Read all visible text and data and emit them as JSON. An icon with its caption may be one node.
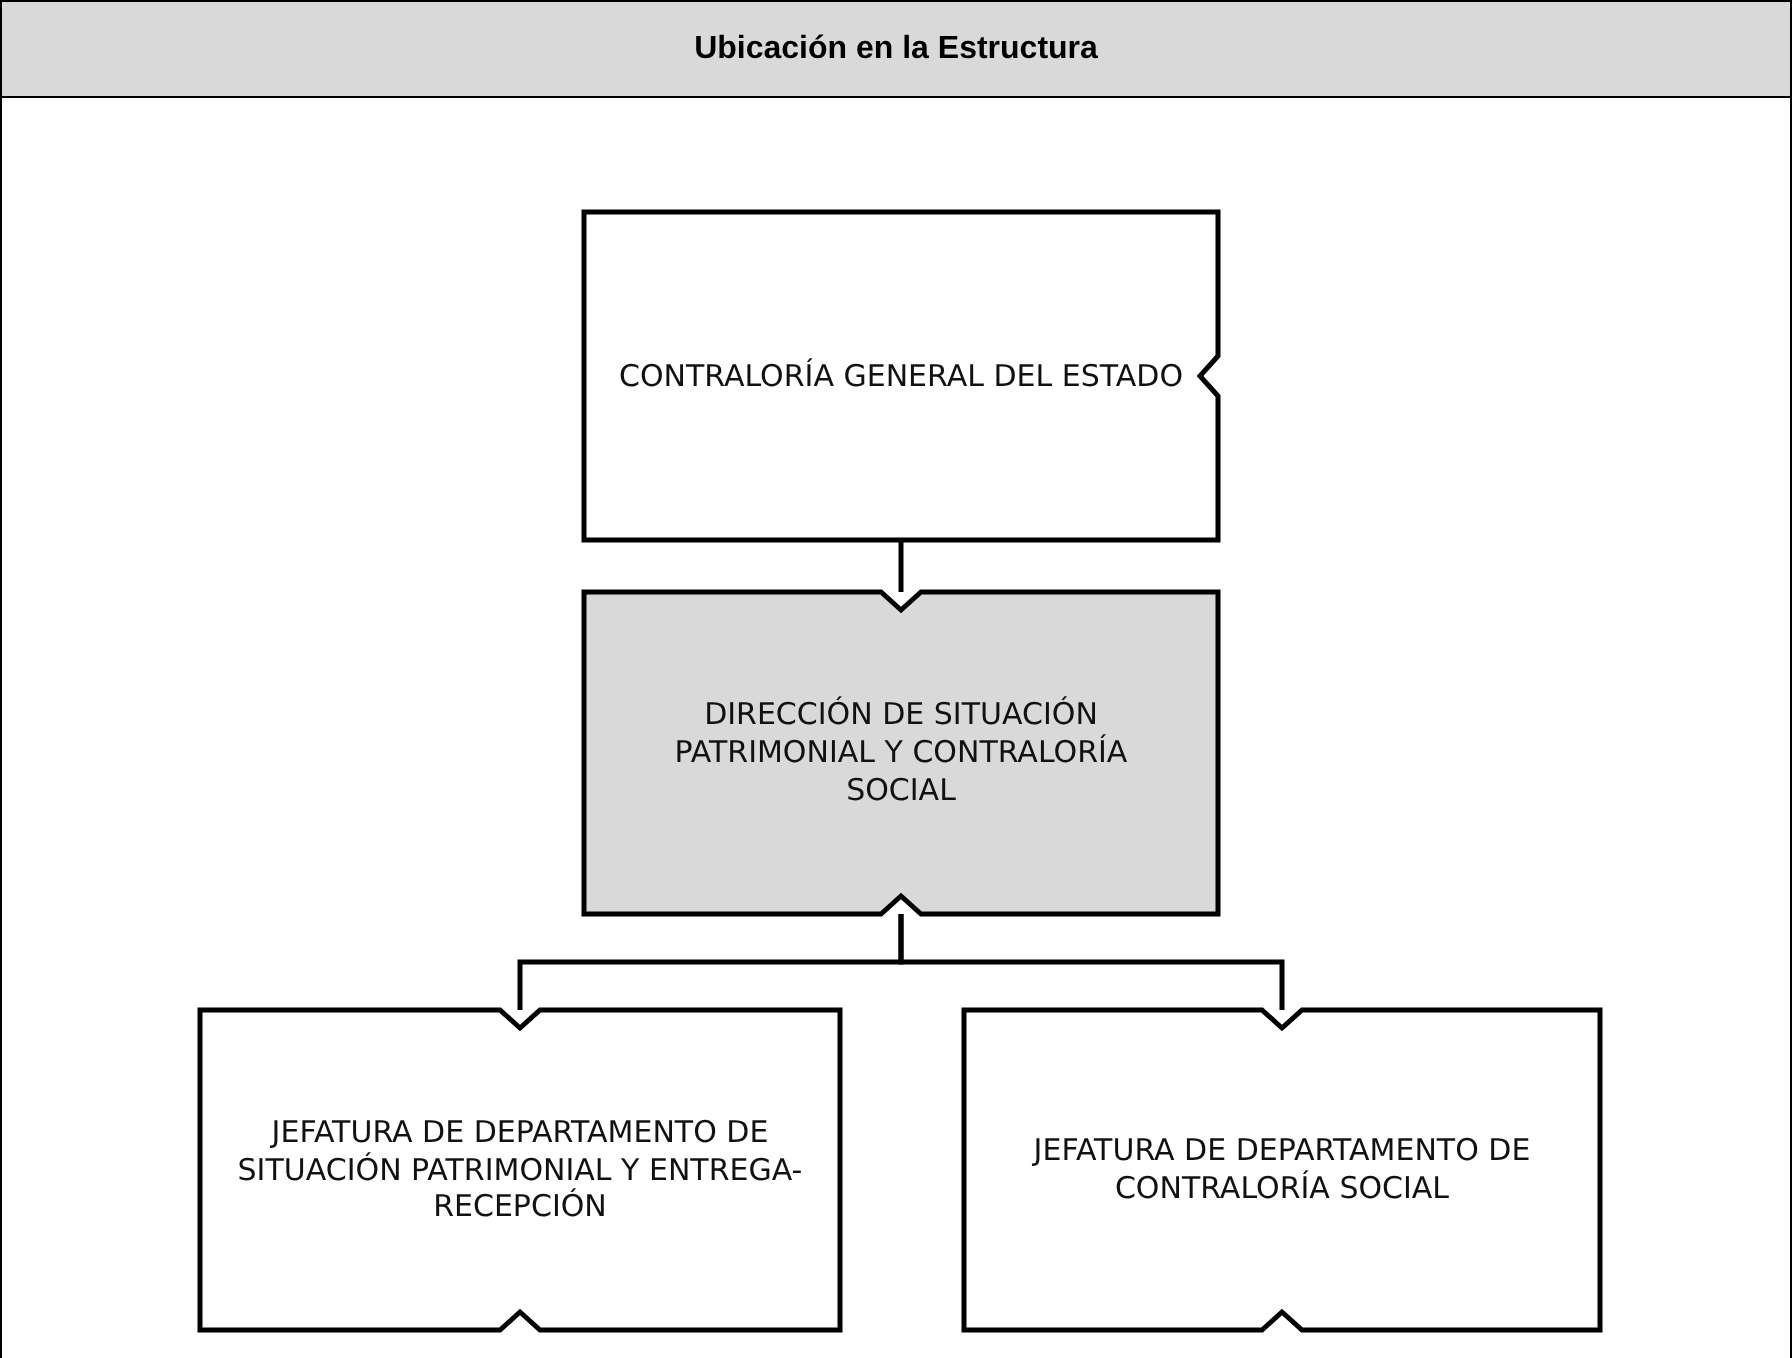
{
  "diagram": {
    "title": "Ubicación en la Estructura",
    "nodes": [
      {
        "text": [
          "CONTRALORÍA GENERAL DEL ESTADO"
        ]
      },
      {
        "text": [
          "DIRECCIÓN DE SITUACIÓN PATRIMONIAL Y CONTRALORÍA SOCIAL"
        ]
      },
      {
        "text": [
          "JEFATURA DE DEPARTAMENTO DE SITUACIÓN PATRIMONIAL Y ENTREGA-RECEPCIÓN"
        ]
      },
      {
        "text": [
          "JEFATURA DE DEPARTAMENTO DE CONTRALORÍA SOCIAL"
        ]
      }
    ],
    "edges": [
      {
        "from": 0,
        "to": 1,
        "arrow": "none"
      },
      {
        "from": 1,
        "to": 2,
        "arrow": "none"
      },
      {
        "from": 1,
        "to": 3,
        "arrow": "none"
      }
    ]
  }
}
